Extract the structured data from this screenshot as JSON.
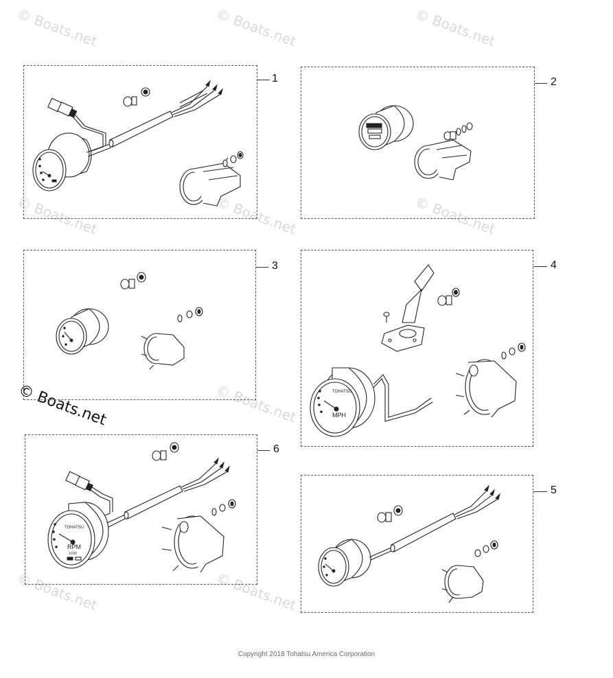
{
  "diagram": {
    "callouts": [
      "1",
      "2",
      "3",
      "4",
      "5",
      "6"
    ],
    "watermarks": [
      "© Boats.net",
      "© Boats.net",
      "© Boats.net",
      "© Boats.net",
      "© Boats.net",
      "© Boats.net",
      "© Boats.net",
      "© Boats.net",
      "© Boats.net"
    ],
    "main_watermark": "© Boats.net",
    "copyright": "Copyright 2018 Tohatsu America Corporation",
    "gauge_labels": {
      "brand": "TOHATSU",
      "speed_unit": "MPH",
      "rpm_unit": "RPM",
      "rpm_multiplier": "X100"
    }
  }
}
